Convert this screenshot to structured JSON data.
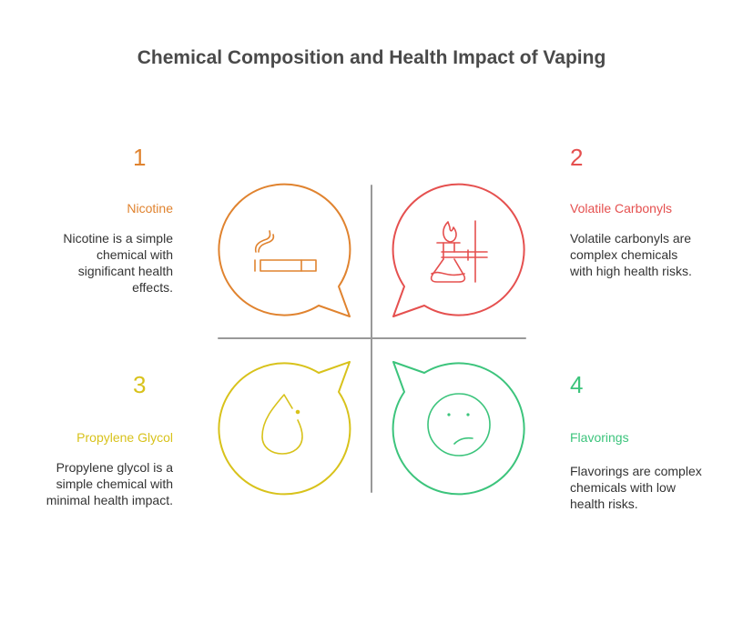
{
  "title": "Chemical Composition and Health Impact of Vaping",
  "colors": {
    "nicotine": "#E0832F",
    "carbonyls": "#E5504F",
    "glycol": "#D8C21B",
    "flavorings": "#3CC47C",
    "divider": "#999999"
  },
  "quadrants": [
    {
      "number": "1",
      "label": "Nicotine",
      "description": "Nicotine is a simple chemical with significant health effects.",
      "icon": "cigarette-icon"
    },
    {
      "number": "2",
      "label": "Volatile Carbonyls",
      "description": "Volatile carbonyls are complex chemicals with high health risks.",
      "icon": "flask-flame-icon"
    },
    {
      "number": "3",
      "label": "Propylene Glycol",
      "description": "Propylene glycol is a simple chemical with minimal health impact.",
      "icon": "droplet-icon"
    },
    {
      "number": "4",
      "label": "Flavorings",
      "description": "Flavorings are complex chemicals with low health risks.",
      "icon": "sad-face-icon"
    }
  ]
}
